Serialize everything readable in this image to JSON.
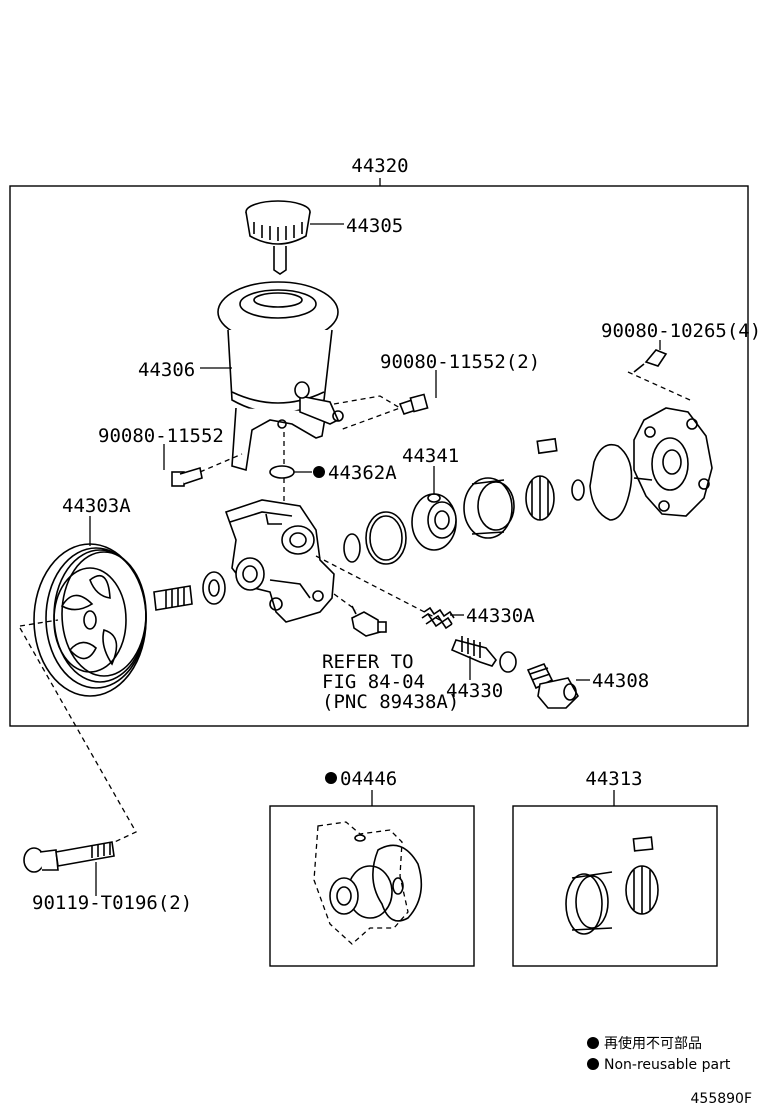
{
  "labels": {
    "assembly": "44320",
    "cap": "44305",
    "reservoir": "44306",
    "bolt_reservoir": "90080-11552(2)",
    "bolt_reservoir_single": "90080-11552",
    "bolt_cover": "90080-10265(4)",
    "oring": "44362A",
    "seal_kit_part": "44341",
    "pulley": "44303A",
    "spring": "44330A",
    "valve": "44330",
    "union": "44308",
    "refer_line1": "REFER TO",
    "refer_line2": "FIG 84-04",
    "refer_line3": "(PNC 89438A)",
    "bolt_pulley": "90119-T0196(2)",
    "gasket_kit": "04446",
    "rotor_kit": "44313"
  },
  "legend": {
    "japanese": "再使用不可部品",
    "english": "Non-reusable part"
  },
  "figure_number": "455890F"
}
